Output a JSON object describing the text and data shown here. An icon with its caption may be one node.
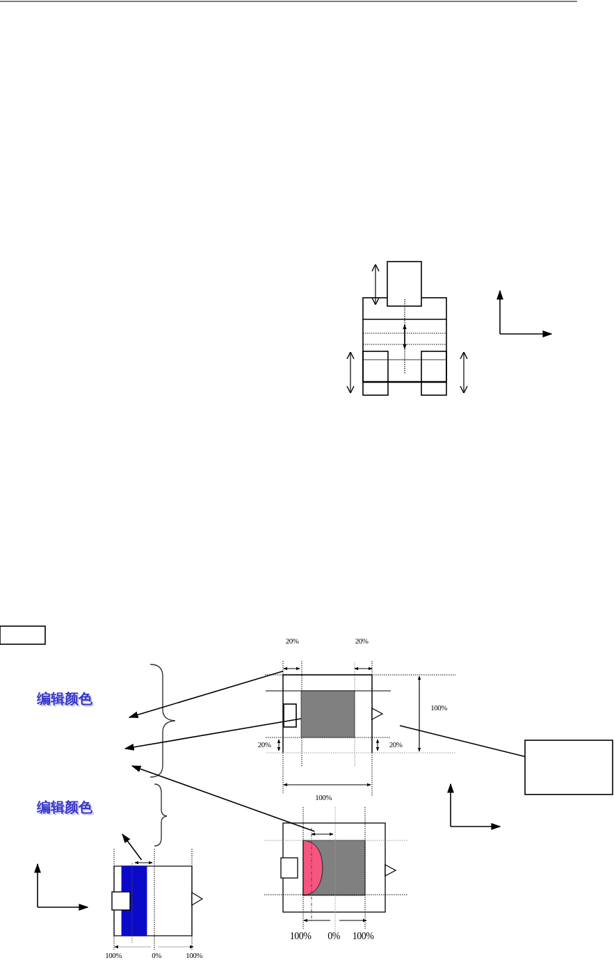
{
  "diagram": {
    "nodes": [
      {
        "text": [],
        "shape": "box"
      },
      {
        "text": [],
        "shape": "arrow"
      },
      {
        "text": [],
        "shape": "box"
      },
      {
        "text": [],
        "shape": "arrow"
      },
      {
        "text": [],
        "shape": "arrow"
      },
      {
        "text": [],
        "shape": "box"
      }
    ],
    "edges": [
      {
        "from": 1,
        "to": null,
        "arrow": "to"
      },
      {
        "from": 2,
        "to": null,
        "arrow": "to"
      },
      {
        "from": 3,
        "to": null,
        "arrow": "to"
      },
      {
        "from": 4,
        "to": null,
        "arrow": "to"
      },
      {
        "from": null,
        "to": 5,
        "arrow": "none"
      }
    ],
    "labels": [
      "20%",
      "20%",
      "编辑颜色",
      "100%",
      "20%",
      "20%",
      "100%",
      "编辑颜色",
      "100%",
      "0%",
      "100%",
      "100%",
      "0%",
      "100%"
    ]
  }
}
